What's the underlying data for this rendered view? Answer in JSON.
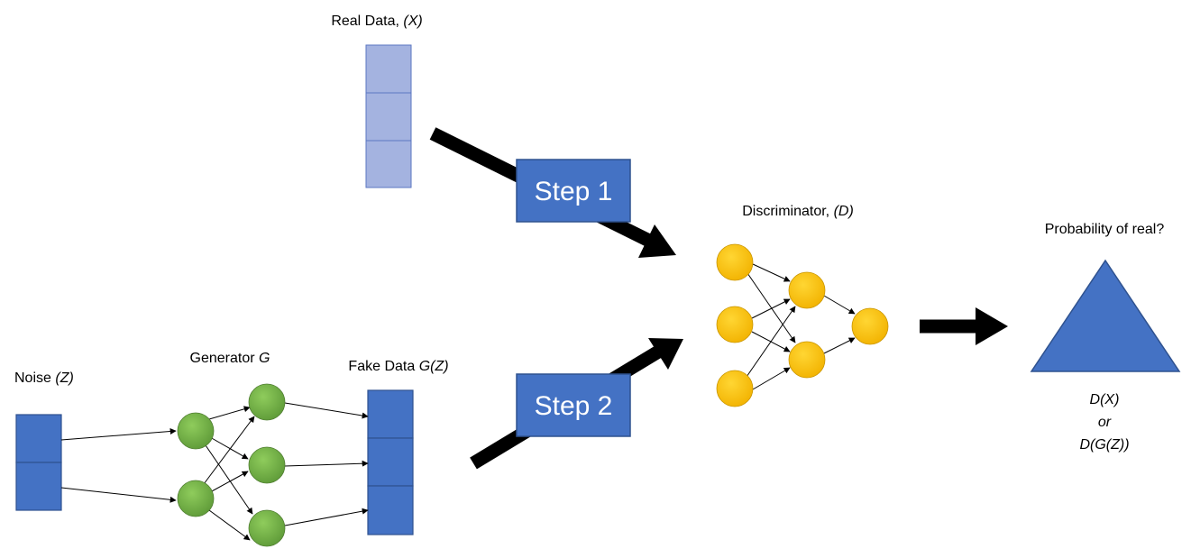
{
  "labels": {
    "real_data_prefix": "Real Data, ",
    "real_data_var": "(X)",
    "noise_prefix": "Noise ",
    "noise_var": "(Z)",
    "generator_prefix": "Generator ",
    "generator_var": "G",
    "fake_data_prefix": "Fake Data ",
    "fake_data_var": "G(Z)",
    "discriminator_prefix": "Discriminator, ",
    "discriminator_var": "(D)",
    "probability": "Probability of real?",
    "output_line1": "D(X)",
    "output_line2": "or",
    "output_line3": "D(G(Z))"
  },
  "steps": {
    "step1": "Step 1",
    "step2": "Step 2"
  },
  "colors": {
    "real_block": "#a4b3e0",
    "blue": "#4472c4",
    "blue_dark": "#2f528f",
    "green": "#70ad47",
    "yellow": "#ffc000",
    "arrow": "#000000"
  }
}
